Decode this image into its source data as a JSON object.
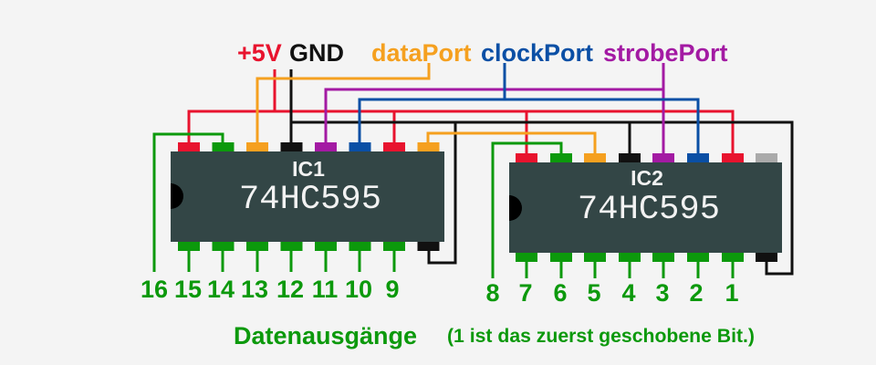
{
  "signal_labels": {
    "vcc": "+5V",
    "gnd": "GND",
    "data_port": "dataPort",
    "clock_port": "clockPort",
    "strobe_port": "strobePort"
  },
  "chips": [
    {
      "name": "IC1",
      "part": "74HC595"
    },
    {
      "name": "IC2",
      "part": "74HC595"
    }
  ],
  "pin_numbers": {
    "ic1": [
      "16",
      "15",
      "14",
      "13",
      "12",
      "11",
      "10",
      "9"
    ],
    "ic2": [
      "8",
      "7",
      "6",
      "5",
      "4",
      "3",
      "2",
      "1"
    ]
  },
  "caption": {
    "title": "Datenausgänge",
    "note": "(1 ist das zuerst geschobene Bit.)"
  },
  "colors": {
    "background": "#f4f4f4",
    "vcc": "#e8132e",
    "gnd": "#111111",
    "data": "#f5a01f",
    "clock": "#0a4fa5",
    "strobe": "#a31aa3",
    "outputs": "#0c990c",
    "not_connected": "#aaaaaa",
    "chip_body": "#334646"
  }
}
